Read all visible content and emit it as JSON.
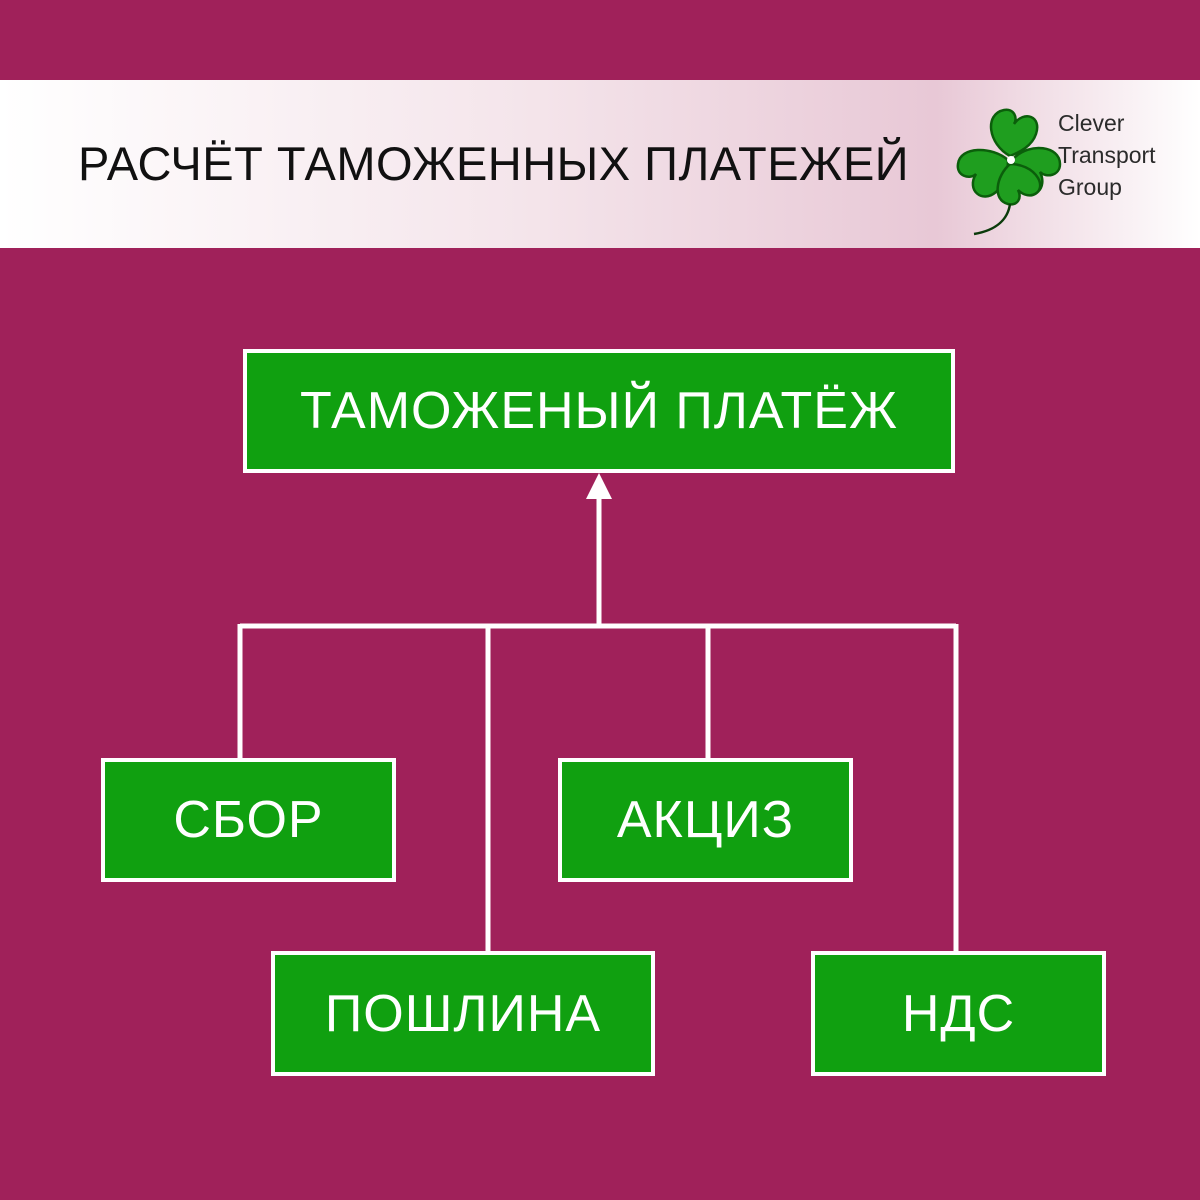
{
  "header": {
    "title": "РАСЧЁТ ТАМОЖЕННЫХ ПЛАТЕЖЕЙ"
  },
  "logo": {
    "icon": "clover-icon",
    "lines": [
      "Clever",
      "Transport",
      "Group"
    ]
  },
  "diagram": {
    "root": "ТАМОЖЕНЫЙ ПЛАТЁЖ",
    "children": [
      "СБОР",
      "ПОШЛИНА",
      "АКЦИЗ",
      "НДС"
    ]
  },
  "colors": {
    "background": "#a0215a",
    "box_fill": "#10a010",
    "box_border": "#ffffff",
    "connector": "#ffffff",
    "logo_green": "#1f9e1f"
  }
}
